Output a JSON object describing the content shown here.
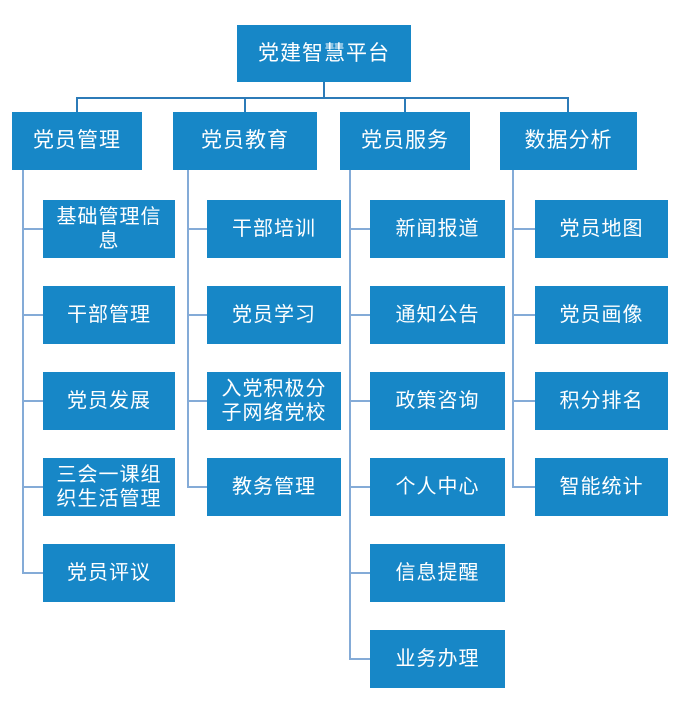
{
  "colors": {
    "background": "#ffffff",
    "node_fill": "#1787c7",
    "node_text": "#ffffff",
    "connector_main": "#2c7bb8",
    "connector_sub": "#84abd7"
  },
  "chart": {
    "type": "org-tree",
    "root": {
      "label": "党建智慧平台"
    },
    "branches": [
      {
        "label": "党员管理",
        "children": [
          {
            "label": "基础管理信\n息"
          },
          {
            "label": "干部管理"
          },
          {
            "label": "党员发展"
          },
          {
            "label": "三会一课组\n织生活管理"
          },
          {
            "label": "党员评议"
          }
        ]
      },
      {
        "label": "党员教育",
        "children": [
          {
            "label": "干部培训"
          },
          {
            "label": "党员学习"
          },
          {
            "label": "入党积极分\n子网络党校"
          },
          {
            "label": "教务管理"
          }
        ]
      },
      {
        "label": "党员服务",
        "children": [
          {
            "label": "新闻报道"
          },
          {
            "label": "通知公告"
          },
          {
            "label": "政策咨询"
          },
          {
            "label": "个人中心"
          },
          {
            "label": "信息提醒"
          },
          {
            "label": "业务办理"
          }
        ]
      },
      {
        "label": "数据分析",
        "children": [
          {
            "label": "党员地图"
          },
          {
            "label": "党员画像"
          },
          {
            "label": "积分排名"
          },
          {
            "label": "智能统计"
          }
        ]
      }
    ]
  }
}
